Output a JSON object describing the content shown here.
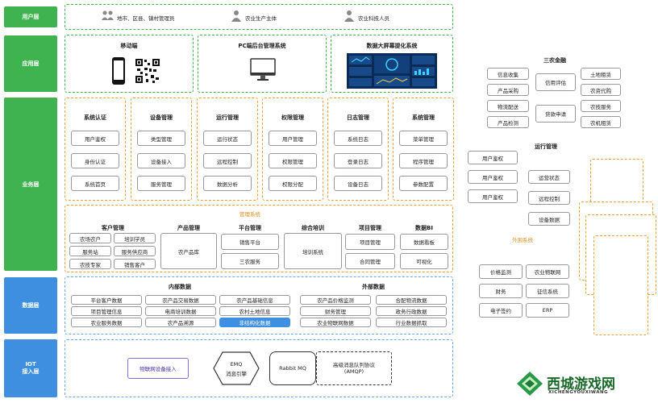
{
  "layers": {
    "user": "用户层",
    "app": "应用层",
    "business": "业务层",
    "data": "数据层",
    "iot_1": "IOT",
    "iot_2": "接入层"
  },
  "user_layer": {
    "roles": [
      "地市、区县、镇村管理员",
      "农业生产主体",
      "农业科技人员"
    ]
  },
  "app_layer": {
    "mobile": "移动端",
    "pc": "PC端后台管理系统",
    "bigscreen": "数据大屏幕提化系统"
  },
  "business_modules": [
    {
      "title": "系统认证",
      "items": [
        "用户鉴权",
        "身份认证",
        "系统首页"
      ]
    },
    {
      "title": "设备管理",
      "items": [
        "类型管理",
        "设备接入",
        "服务管理"
      ]
    },
    {
      "title": "运行管理",
      "items": [
        "运行状态",
        "远程控制",
        "数据分析"
      ]
    },
    {
      "title": "权限管理",
      "items": [
        "用户管理",
        "权限管理",
        "权限分配"
      ]
    },
    {
      "title": "日志管理",
      "items": [
        "系统日志",
        "登录日志",
        "设备日志"
      ]
    },
    {
      "title": "系统管理",
      "items": [
        "菜单管理",
        "程序管理",
        "参数配置"
      ]
    }
  ],
  "mgmt_system": {
    "label": "管理系统",
    "customer": {
      "title": "客户管理",
      "items": [
        "农场农户",
        "培训学员",
        "服务站",
        "服务供应商",
        "农技专家",
        "销售客户"
      ]
    },
    "product": {
      "title": "产品管理",
      "items": [
        "农产品库"
      ]
    },
    "platform": {
      "title": "平台管理",
      "items": [
        "销售平台",
        "三农服务"
      ]
    },
    "training": {
      "title": "综合培训",
      "items": [
        "培训系统"
      ]
    },
    "project": {
      "title": "项目管理",
      "items": [
        "项目管理",
        "合同管理"
      ]
    },
    "databi": {
      "title": "数据BI",
      "items": [
        "数据看板",
        "可视化"
      ]
    }
  },
  "data_layer": {
    "internal_title": "内部数据",
    "internal": [
      "平台客户数据",
      "农产品交易数据",
      "农产品基础信息",
      "项目管理信息",
      "电商培训数据",
      "农村土地信息",
      "农业服务数据",
      "农产品溯源",
      "非结构化数据"
    ],
    "external_title": "外部数据",
    "external": [
      "农产品价格监测",
      "合配物流数据",
      "财务管理",
      "政务行政数据",
      "农业物联网数据",
      "行业数据抓取"
    ]
  },
  "iot_layer": {
    "iot_access": "物联网设备接入",
    "emq_1": "EMQ",
    "emq_2": "消息引擎",
    "rabbit": "Rabbit MQ",
    "amqp_1": "高级消息队列协议",
    "amqp_2": "(AMQP)"
  },
  "finance": {
    "title": "三农金融",
    "left": [
      "信息收集",
      "产品采购",
      "物流配送",
      "产品检测"
    ],
    "center": [
      "信用评估",
      "贷款申请"
    ],
    "right": [
      "土地租赁",
      "农资代购",
      "农技服务",
      "农机租赁"
    ]
  },
  "operation": {
    "title": "运行管理",
    "left": [
      "用户鉴权",
      "用户鉴权",
      "用户鉴权"
    ],
    "right": [
      "运营状态",
      "远程控制",
      "设备数据"
    ]
  },
  "external_system": {
    "label": "外围系统",
    "items": [
      "价格监测",
      "农业物联网",
      "财务",
      "征信系统",
      "电子签约",
      "ERP"
    ]
  },
  "watermark": {
    "cn": "西城游戏网",
    "en": "XICHENGYOUXIWANG"
  },
  "colors": {
    "green": "#3fb34f",
    "blue": "#3f8fe0",
    "orange": "#f0a030"
  }
}
